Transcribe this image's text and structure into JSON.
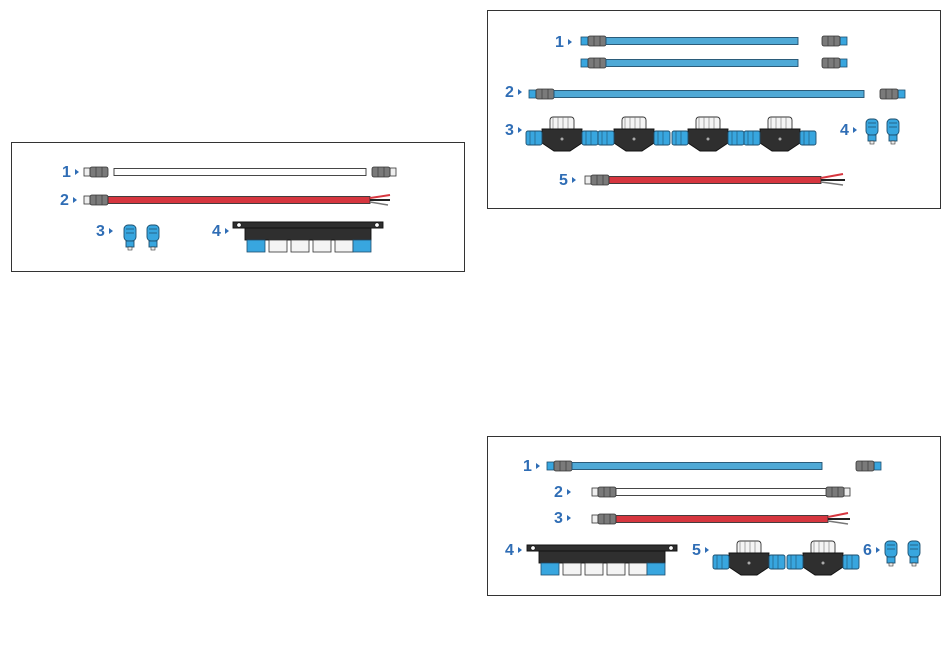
{
  "colors": {
    "callout": "#2f6db5",
    "cable_blue": "#4fa9d6",
    "cable_red": "#d6363f",
    "cable_white": "#ffffff",
    "connector_dark": "#2b2b2b",
    "connector_blue": "#38a6df"
  },
  "panel_a": {
    "callouts": [
      "1",
      "2",
      "3",
      "4"
    ]
  },
  "panel_b": {
    "callouts": [
      "1",
      "2",
      "3",
      "4",
      "5"
    ]
  },
  "panel_c": {
    "callouts": [
      "1",
      "2",
      "3",
      "4",
      "5",
      "6"
    ]
  }
}
